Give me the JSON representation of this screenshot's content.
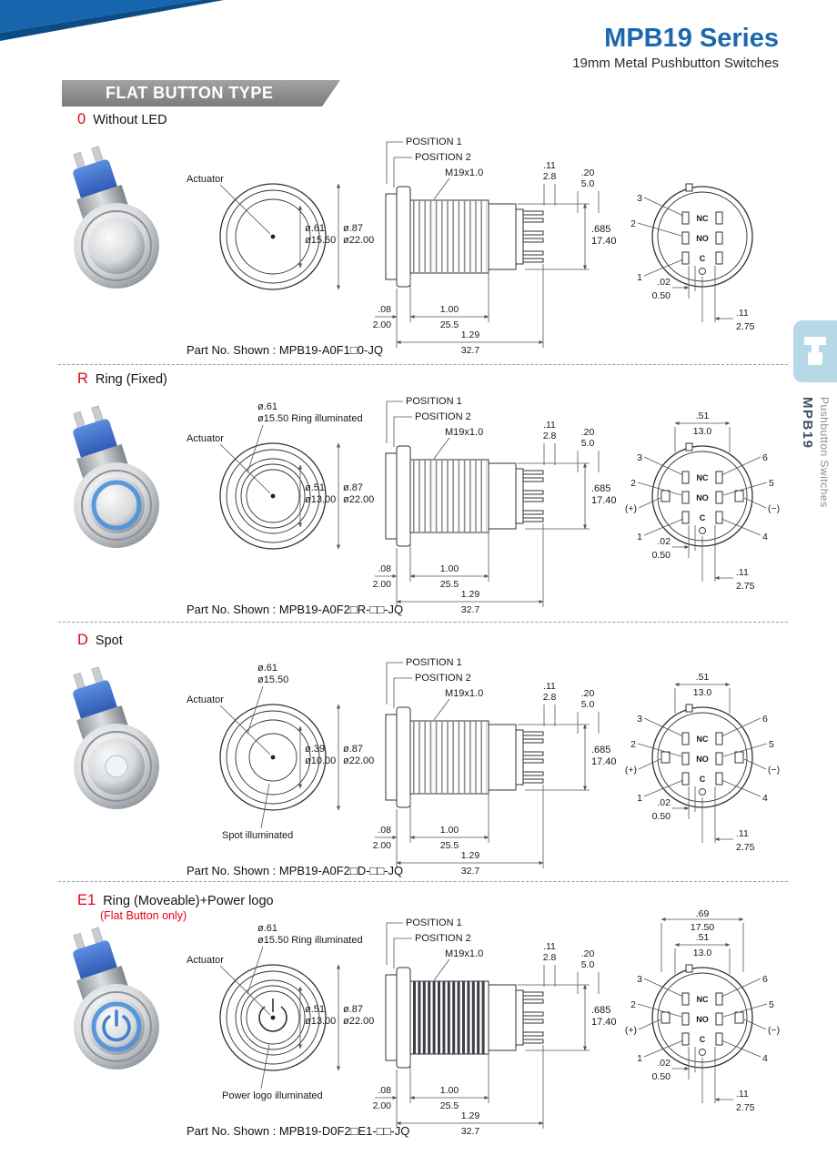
{
  "page": {
    "header": {
      "title": "MPB19 Series",
      "subtitle": "19mm Metal Pushbutton Switches"
    },
    "banner": "FLAT BUTTON TYPE",
    "side_tab": {
      "series": "MPB19",
      "category": "Pushbutton Switches"
    }
  },
  "colors": {
    "accent_blue": "#1a69b0",
    "code_red": "#e60012",
    "banner_gray": "#8c8c8c",
    "tab_blue": "#b5d9e7"
  },
  "sections": [
    {
      "variant": "plain",
      "code": "0",
      "title": "Without LED",
      "part_no": "Part No. Shown : MPB19-A0F1□0-JQ",
      "front": {
        "actuator": "Actuator",
        "inner_dim": [
          "ø.61",
          "ø15.50"
        ],
        "outer_dim": [
          "ø.87",
          "ø22.00"
        ]
      },
      "side": {
        "pos1": "POSITION 1",
        "pos2": "POSITION 2",
        "thread": "M19x1.0",
        "d11": [
          ".11",
          "2.8"
        ],
        "d20": [
          ".20",
          "5.0"
        ],
        "d685": [
          ".685",
          "17.40"
        ],
        "d08": [
          ".08",
          "2.00"
        ],
        "d100": [
          "1.00",
          "25.5"
        ],
        "d129": [
          "1.29",
          "32.7"
        ]
      },
      "rear": {
        "left": [
          "3",
          "2",
          "1"
        ],
        "contacts": [
          "NC",
          "NO",
          "C"
        ],
        "d02": [
          ".02",
          "0.50"
        ],
        "d275": [
          ".11",
          "2.75"
        ]
      }
    },
    {
      "variant": "ring",
      "code": "R",
      "title": "Ring (Fixed)",
      "part_no": "Part No. Shown : MPB19-A0F2□R-□□-JQ",
      "front": {
        "actuator": "Actuator",
        "top_label": [
          "ø.61",
          "ø15.50 Ring illuminated"
        ],
        "inner_dim": [
          "ø.51",
          "ø13.00"
        ],
        "outer_dim": [
          "ø.87",
          "ø22.00"
        ]
      },
      "side": {
        "pos1": "POSITION 1",
        "pos2": "POSITION 2",
        "thread": "M19x1.0",
        "d11": [
          ".11",
          "2.8"
        ],
        "d20": [
          ".20",
          "5.0"
        ],
        "d685": [
          ".685",
          "17.40"
        ],
        "d08": [
          ".08",
          "2.00"
        ],
        "d100": [
          "1.00",
          "25.5"
        ],
        "d129": [
          "1.29",
          "32.7"
        ]
      },
      "rear": {
        "left": [
          "3",
          "2",
          "1"
        ],
        "right": [
          "6",
          "5",
          "4"
        ],
        "plus": "(+)",
        "minus": "(−)",
        "contacts": [
          "NC",
          "NO",
          "C"
        ],
        "d02": [
          ".02",
          "0.50"
        ],
        "d275": [
          ".11",
          "2.75"
        ],
        "d51": [
          ".51",
          "13.0"
        ]
      }
    },
    {
      "variant": "spot",
      "code": "D",
      "title": "Spot",
      "part_no": "Part No. Shown : MPB19-A0F2□D-□□-JQ",
      "front": {
        "actuator": "Actuator",
        "top_label": [
          "ø.61",
          "ø15.50"
        ],
        "inner_dim": [
          "ø.39",
          "ø10.00"
        ],
        "outer_dim": [
          "ø.87",
          "ø22.00"
        ],
        "bottom_label": "Spot illuminated"
      },
      "side": {
        "pos1": "POSITION 1",
        "pos2": "POSITION 2",
        "thread": "M19x1.0",
        "d11": [
          ".11",
          "2.8"
        ],
        "d20": [
          ".20",
          "5.0"
        ],
        "d685": [
          ".685",
          "17.40"
        ],
        "d08": [
          ".08",
          "2.00"
        ],
        "d100": [
          "1.00",
          "25.5"
        ],
        "d129": [
          "1.29",
          "32.7"
        ]
      },
      "rear": {
        "left": [
          "3",
          "2",
          "1"
        ],
        "right": [
          "6",
          "5",
          "4"
        ],
        "plus": "(+)",
        "minus": "(−)",
        "contacts": [
          "NC",
          "NO",
          "C"
        ],
        "d02": [
          ".02",
          "0.50"
        ],
        "d275": [
          ".11",
          "2.75"
        ],
        "d51": [
          ".51",
          "13.0"
        ]
      }
    },
    {
      "variant": "e1",
      "code": "E1",
      "title": "Ring (Moveable)+Power logo",
      "subtitle": "(Flat Button only)",
      "part_no": "Part No. Shown : MPB19-D0F2□E1-□□-JQ",
      "front": {
        "actuator": "Actuator",
        "top_label": [
          "ø.61",
          "ø15.50 Ring illuminated"
        ],
        "inner_dim": [
          "ø.51",
          "ø13.00"
        ],
        "outer_dim": [
          "ø.87",
          "ø22.00"
        ],
        "bottom_label": "Power logo illuminated"
      },
      "side": {
        "pos1": "POSITION 1",
        "pos2": "POSITION 2",
        "thread": "M19x1.0",
        "d11": [
          ".11",
          "2.8"
        ],
        "d20": [
          ".20",
          "5.0"
        ],
        "d685": [
          ".685",
          "17.40"
        ],
        "d08": [
          ".08",
          "2.00"
        ],
        "d100": [
          "1.00",
          "25.5"
        ],
        "d129": [
          "1.29",
          "32.7"
        ]
      },
      "rear": {
        "left": [
          "3",
          "2",
          "1"
        ],
        "right": [
          "6",
          "5",
          "4"
        ],
        "plus": "(+)",
        "minus": "(−)",
        "contacts": [
          "NC",
          "NO",
          "C"
        ],
        "d02": [
          ".02",
          "0.50"
        ],
        "d275": [
          ".11",
          "2.75"
        ],
        "d51": [
          ".51",
          "13.0"
        ],
        "d69": [
          ".69",
          "17.50"
        ]
      }
    }
  ]
}
